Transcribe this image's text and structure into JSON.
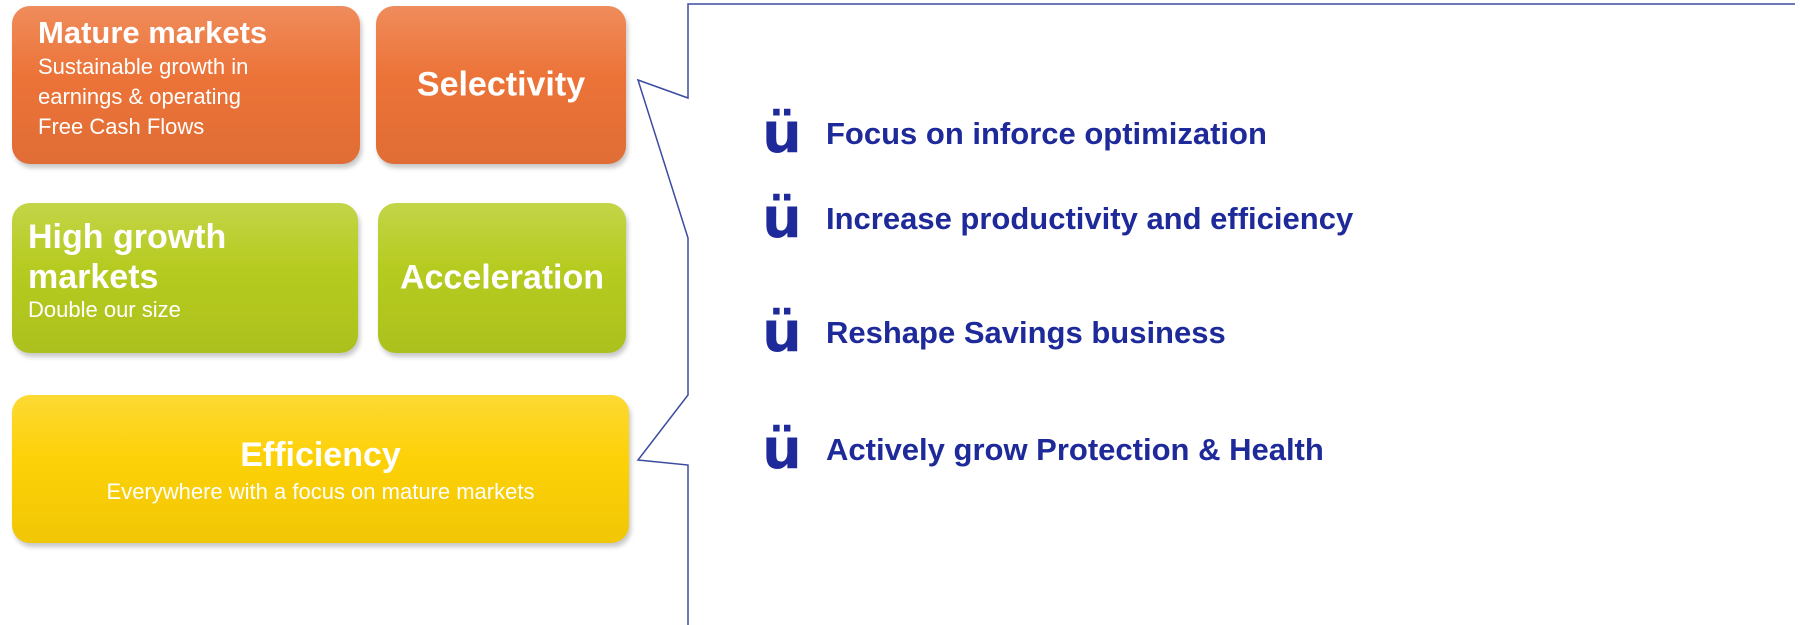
{
  "boxes": {
    "mature": {
      "title": "Mature markets",
      "sub_lines": [
        "Sustainable growth in",
        "earnings & operating",
        "Free Cash Flows"
      ],
      "color": "#ec7338"
    },
    "selectivity": {
      "label": "Selectivity",
      "color": "#ec7338"
    },
    "high_growth": {
      "title_lines": [
        "High growth",
        "markets"
      ],
      "sub": "Double our size",
      "color": "#b6cb1f"
    },
    "acceleration": {
      "label": "Acceleration",
      "color": "#b6cb1f"
    },
    "efficiency": {
      "title": "Efficiency",
      "sub": "Everywhere with a focus on mature markets",
      "color": "#fdd106"
    }
  },
  "callout": {
    "border_color": "#3b4ba0",
    "bullet_icon": "check-u-icon",
    "bullet_glyph": "ü",
    "bullets": [
      "Focus on inforce optimization",
      "Increase productivity and efficiency",
      "Reshape Savings business",
      "Actively grow Protection & Health"
    ],
    "text_color": "#1e2a9a"
  }
}
